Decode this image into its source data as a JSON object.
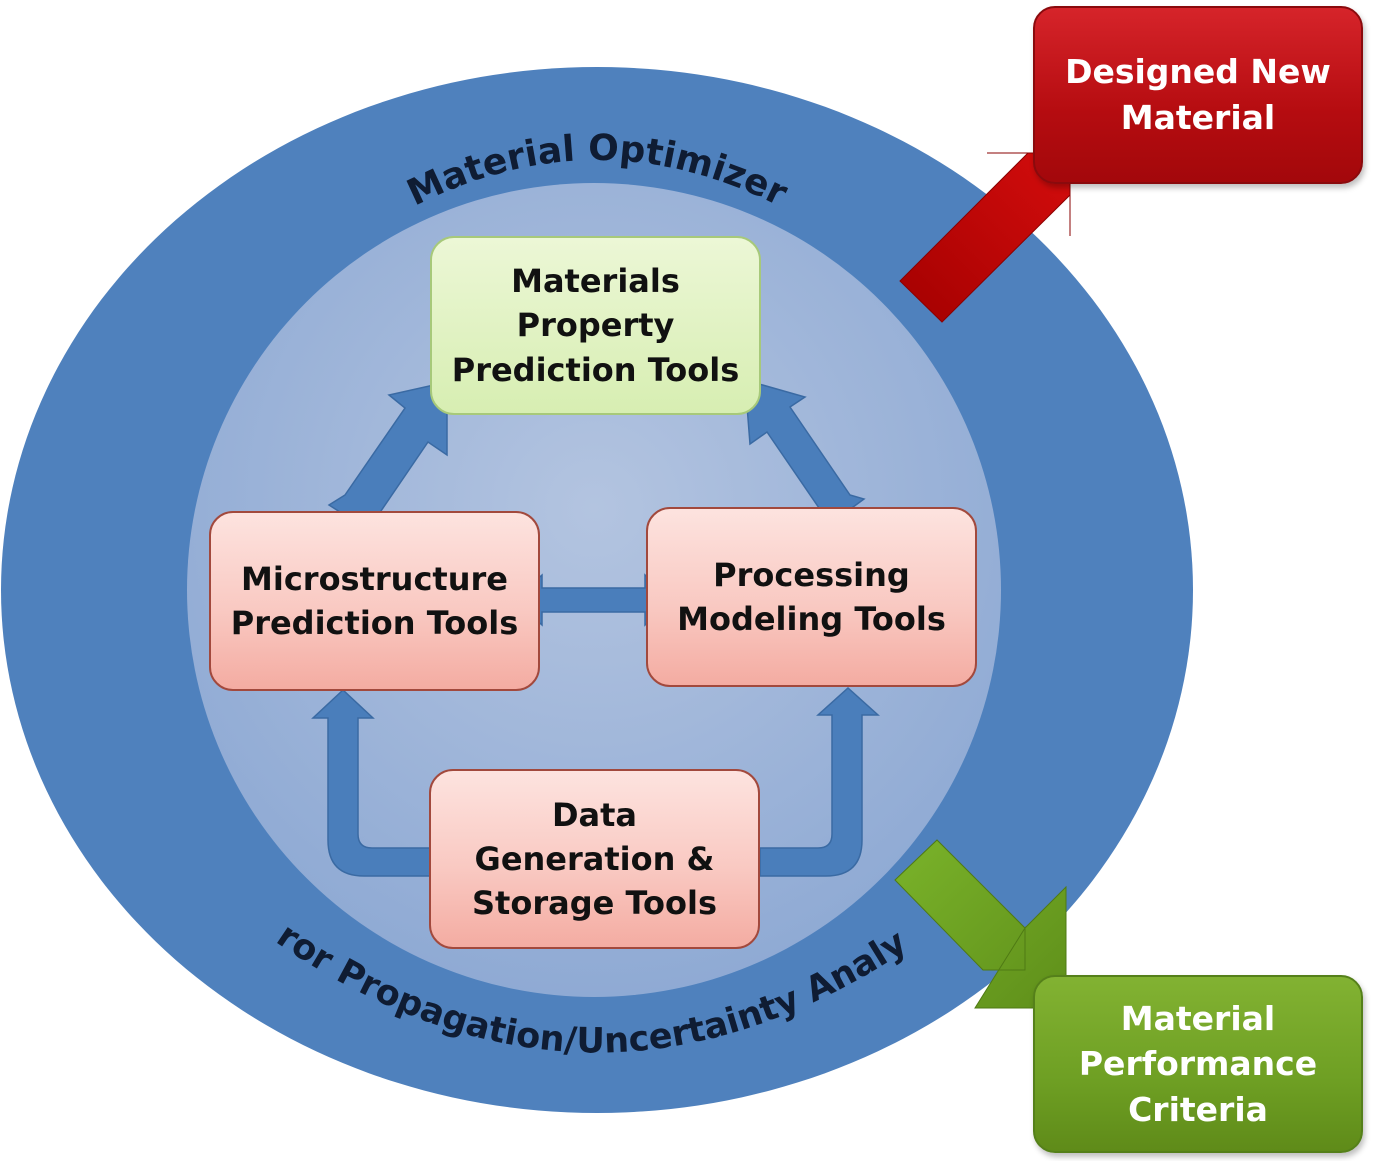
{
  "outer_ring": {
    "top_label": "Material Optimizer",
    "bottom_label": "Error Propagation/Uncertainty Analysis"
  },
  "nodes": {
    "property": {
      "lines": [
        "Materials",
        "Property",
        "Prediction Tools"
      ]
    },
    "microstructure": {
      "lines": [
        "Microstructure",
        "Prediction Tools"
      ]
    },
    "processing": {
      "lines": [
        "Processing",
        "Modeling Tools"
      ]
    },
    "data": {
      "lines": [
        "Data",
        "Generation &",
        "Storage Tools"
      ]
    }
  },
  "outputs": {
    "designed": {
      "lines": [
        "Designed New",
        "Material"
      ]
    },
    "performance": {
      "lines": [
        "Material",
        "Performance",
        "Criteria"
      ]
    }
  },
  "colors": {
    "outer_ring": "#4f81bd",
    "inner_circle": "#a4b8d9",
    "flow_arrow": "#4a7ebb",
    "output_red": "#c00000",
    "output_green": "#6fa024"
  }
}
